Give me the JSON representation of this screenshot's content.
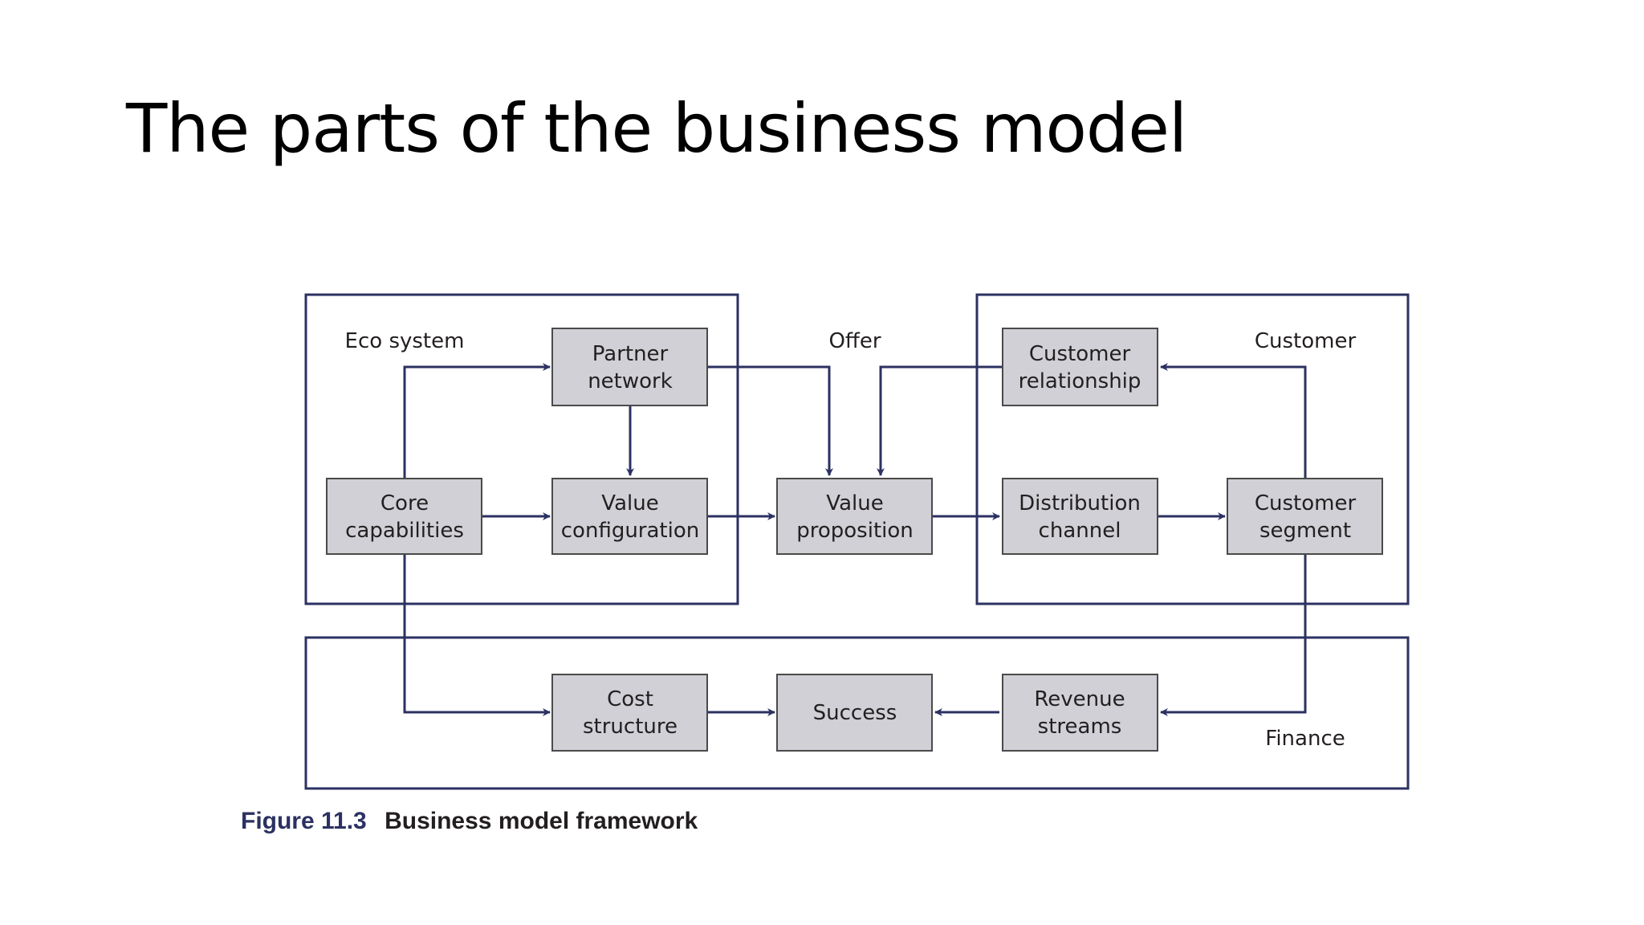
{
  "slide": {
    "title": "The parts of the business model"
  },
  "sections": {
    "eco_system": "Eco system",
    "offer": "Offer",
    "customer": "Customer",
    "finance": "Finance"
  },
  "nodes": {
    "partner_network": [
      "Partner",
      "network"
    ],
    "core_capabilities": [
      "Core",
      "capabilities"
    ],
    "value_configuration": [
      "Value",
      "configuration"
    ],
    "value_proposition": [
      "Value",
      "proposition"
    ],
    "customer_relationship": [
      "Customer",
      "relationship"
    ],
    "distribution_channel": [
      "Distribution",
      "channel"
    ],
    "customer_segment": [
      "Customer",
      "segment"
    ],
    "cost_structure": [
      "Cost",
      "structure"
    ],
    "success": [
      "Success"
    ],
    "revenue_streams": [
      "Revenue",
      "streams"
    ]
  },
  "caption": {
    "number": "Figure 11.3",
    "text": "Business model framework"
  },
  "colors": {
    "frame": "#2c3162",
    "box_fill": "#d0d0d6"
  }
}
